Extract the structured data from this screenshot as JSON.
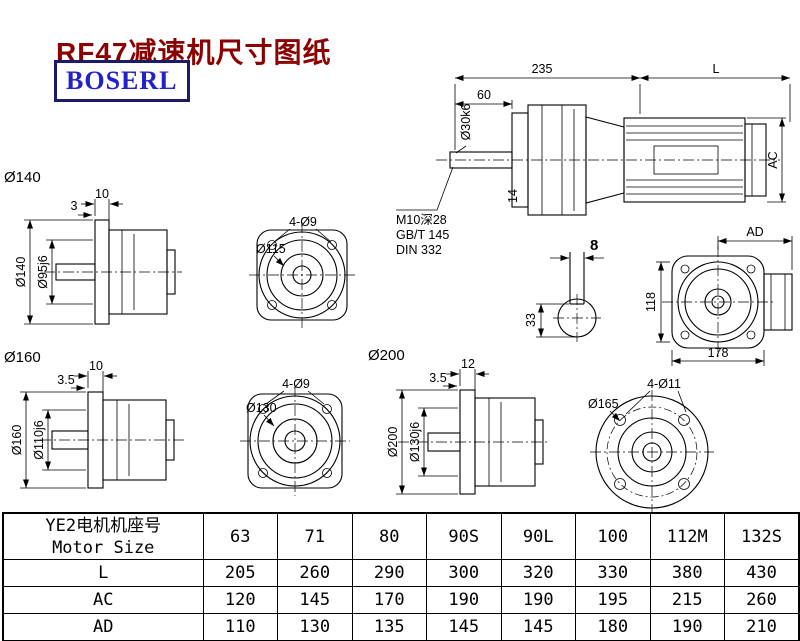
{
  "page": {
    "title": "RF47减速机尺寸图纸",
    "logo": "BOSERL"
  },
  "colors": {
    "title": "#8b0000",
    "logo_text": "#2222cc",
    "logo_border": "#1c1c66",
    "line": "#000000"
  },
  "drawing": {
    "main_view": {
      "dim_235": "235",
      "dim_L": "L",
      "dim_60": "60",
      "shaft_dia": "Ø30k6",
      "dim_14": "14",
      "dim_ac": "AC",
      "note_1": "M10深28",
      "note_2": "GB/T 145",
      "note_3": "DIN 332"
    },
    "key_section": {
      "dim_width": "8",
      "dim_height": "33"
    },
    "rear_view": {
      "dim_ad": "AD",
      "dim_118": "118",
      "dim_178": "178"
    },
    "view_140": {
      "title": "Ø140",
      "dim_flange": "10",
      "dim_step": "3",
      "dia_outer": "Ø140",
      "dia_spigot": "Ø95j6"
    },
    "flange_140": {
      "holes": "4-Ø9",
      "dia": "Ø115"
    },
    "view_160": {
      "title": "Ø160",
      "dim_flange": "10",
      "dim_step": "3.5",
      "dia_outer": "Ø160",
      "dia_spigot": "Ø110j6"
    },
    "flange_160": {
      "holes": "4-Ø9",
      "dia": "Ø130"
    },
    "view_200": {
      "title": "Ø200",
      "dim_flange": "12",
      "dim_step": "3.5",
      "dia_outer": "Ø200",
      "dia_spigot": "Ø130j6"
    },
    "flange_200": {
      "holes": "4-Ø11",
      "dia": "Ø165"
    }
  },
  "table": {
    "header_label_cn": "YE2电机机座号",
    "header_label_en": "Motor Size",
    "sizes": [
      "63",
      "71",
      "80",
      "90S",
      "90L",
      "100",
      "112M",
      "132S"
    ],
    "rows": [
      {
        "label": "L",
        "values": [
          "205",
          "260",
          "290",
          "300",
          "320",
          "330",
          "380",
          "430"
        ]
      },
      {
        "label": "AC",
        "values": [
          "120",
          "145",
          "170",
          "190",
          "190",
          "195",
          "215",
          "260"
        ]
      },
      {
        "label": "AD",
        "values": [
          "110",
          "130",
          "135",
          "145",
          "145",
          "180",
          "190",
          "210"
        ]
      }
    ]
  }
}
